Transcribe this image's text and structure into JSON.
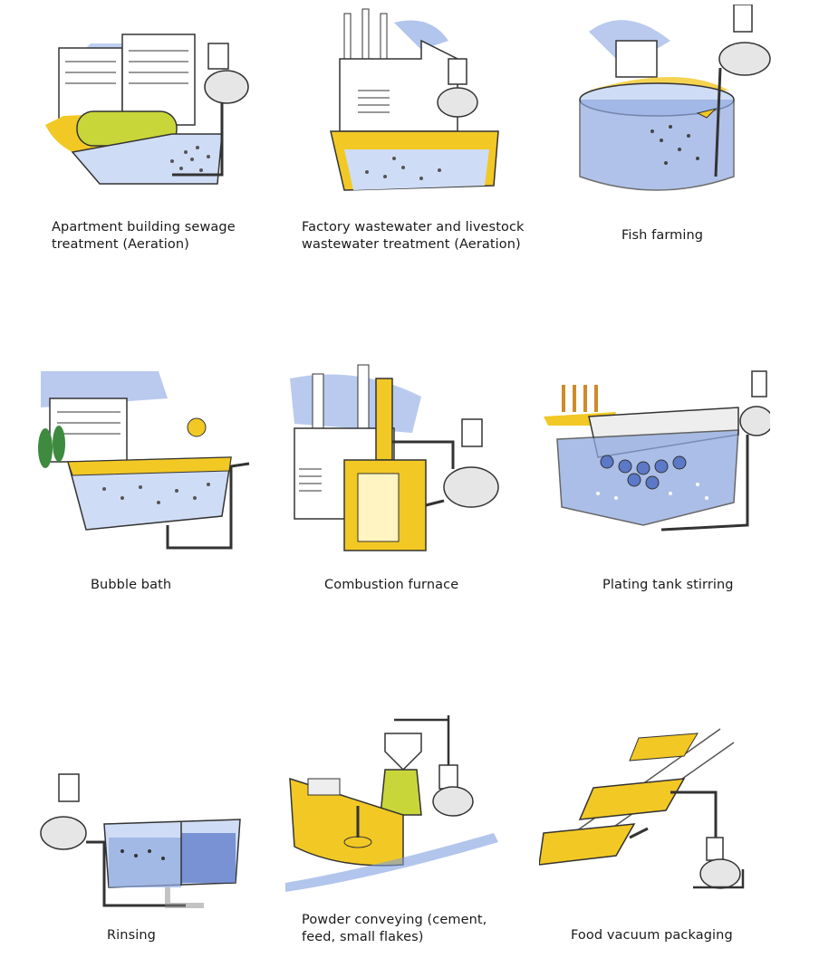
{
  "colors": {
    "water": "#8fa9e0",
    "water_dark": "#5b79c8",
    "yellow": "#f2c824",
    "yellow_green": "#c9d63a",
    "sky": "#7f9fe0",
    "line": "#333333",
    "grey": "#d9d9d9",
    "green": "#3e8a3e"
  },
  "applications": [
    {
      "caption": "Apartment building sewage\n treatment (Aeration)",
      "icon": "apartment-sewage-illustration"
    },
    {
      "caption": "Factory wastewater and livestock\nwastewater treatment (Aeration)",
      "icon": "factory-wastewater-illustration"
    },
    {
      "caption": "Fish farming",
      "icon": "fish-farming-illustration"
    },
    {
      "caption": "Bubble bath",
      "icon": "bubble-bath-illustration"
    },
    {
      "caption": "Combustion furnace",
      "icon": "combustion-furnace-illustration"
    },
    {
      "caption": "Plating tank stirring",
      "icon": "plating-tank-illustration"
    },
    {
      "caption": "Rinsing",
      "icon": "rinsing-illustration"
    },
    {
      "caption": "Powder conveying (cement,\nfeed, small flakes)",
      "icon": "powder-conveying-illustration"
    },
    {
      "caption": "Food vacuum packaging",
      "icon": "food-vacuum-packaging-illustration"
    }
  ]
}
